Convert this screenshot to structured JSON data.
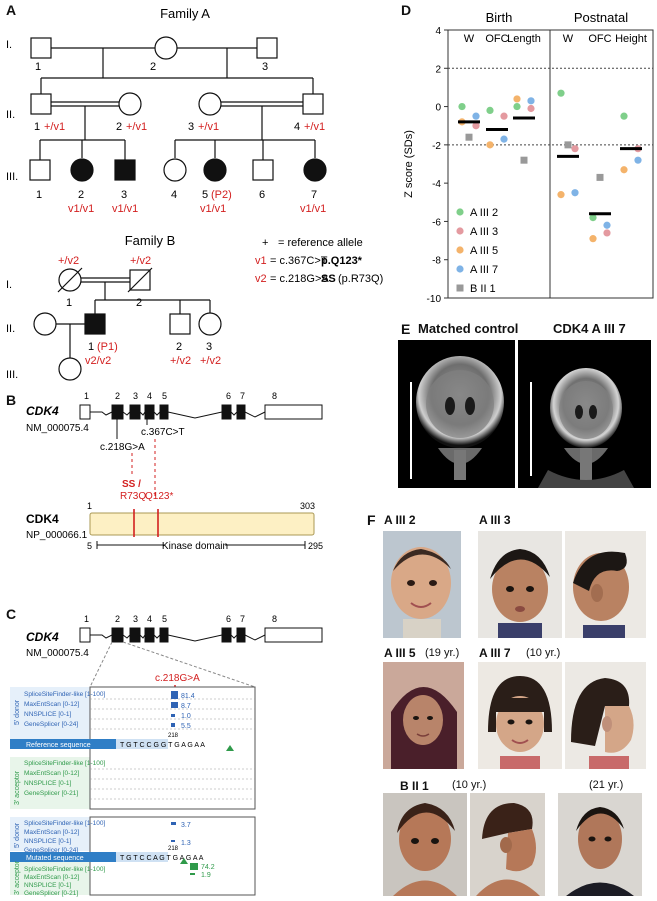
{
  "panels": {
    "A": "A",
    "B": "B",
    "C": "C",
    "D": "D",
    "E": "E",
    "F": "F"
  },
  "familyA": {
    "title": "Family A",
    "generations": [
      "I.",
      "II.",
      "III."
    ],
    "gen1_ids": [
      "1",
      "2",
      "3"
    ],
    "gen2": [
      {
        "id": "1",
        "geno": "+/v1"
      },
      {
        "id": "2",
        "geno": "+/v1"
      },
      {
        "id": "3",
        "geno": "+/v1"
      },
      {
        "id": "4",
        "geno": "+/v1"
      }
    ],
    "gen3": [
      {
        "id": "1",
        "geno": ""
      },
      {
        "id": "2",
        "geno": "v1/v1"
      },
      {
        "id": "3",
        "geno": "v1/v1"
      },
      {
        "id": "4",
        "geno": ""
      },
      {
        "id": "5",
        "tag": "(P2)",
        "geno": "v1/v1"
      },
      {
        "id": "6",
        "geno": ""
      },
      {
        "id": "7",
        "geno": "v1/v1"
      }
    ]
  },
  "familyB": {
    "title": "Family B",
    "generations": [
      "I.",
      "II.",
      "III."
    ],
    "gen1": [
      {
        "id": "1",
        "geno": "+/v2"
      },
      {
        "id": "2",
        "geno": "+/v2"
      }
    ],
    "gen2": [
      {
        "id": "1",
        "tag": "(P1)",
        "geno": "v2/v2"
      },
      {
        "id": "2",
        "geno": "+/v2"
      },
      {
        "id": "3",
        "geno": "+/v2"
      }
    ]
  },
  "legend": {
    "ref_symbol": "+",
    "ref_text": "=  reference allele",
    "v1_label": "v1",
    "v1_text": "= c.367C>T",
    "v1_protein": "p.Q123*",
    "v2_label": "v2",
    "v2_text": "= c.218G>A",
    "v2_ss": "SS",
    "v2_protein": "(p.R73Q)"
  },
  "gene": {
    "name": "CDK4",
    "transcript": "NM_000075.4",
    "exons": [
      "1",
      "2",
      "3",
      "4",
      "5",
      "6",
      "7",
      "8"
    ],
    "var1": "c.218G>A",
    "var2": "c.367C>T",
    "protein_ss": "SS /",
    "protein_r73q": "R73Q",
    "protein_q123": "Q123*",
    "protein_name": "CDK4",
    "protein_id": "NP_000066.1",
    "protein_start": "1",
    "protein_end": "303",
    "domain_start": "5",
    "domain_end": "295",
    "domain_label": "Kinase domain"
  },
  "splice": {
    "variant": "c.218G>A",
    "donor_label": "5' donor",
    "acceptor_label": "3' acceptor",
    "donor_tools": [
      "SpliceSiteFinder-like [1-100]",
      "MaxEntScan [0-12]",
      "NNSPLICE [0-1]",
      "GeneSplicer [0-24]"
    ],
    "acceptor_tools": [
      "SpliceSiteFinder-like [1-100]",
      "MaxEntScan [0-12]",
      "NNSPLICE [0-1]",
      "GeneSplicer [0-21]"
    ],
    "ref_label": "Reference sequence",
    "mut_label": "Mutated sequence",
    "position": "218",
    "ref_seq": "T G T C C G G T G A G A A",
    "mut_seq": "T G T C C A G T G A G A A",
    "ref_scores": [
      "81.4",
      "8.7",
      "1.0",
      "5.5"
    ],
    "mut_donor_scores": [
      "3.7",
      "1.3"
    ],
    "mut_acceptor_scores": [
      "74.2",
      "1.9"
    ]
  },
  "chart_data": {
    "type": "scatter",
    "ylabel": "Z score (SDs)",
    "ylim": [
      -10,
      4
    ],
    "yticks": [
      "4",
      "2",
      "0",
      "-2",
      "-4",
      "-6",
      "-8",
      "-10"
    ],
    "groups": [
      {
        "name": "Birth",
        "categories": [
          "W",
          "OFC",
          "Length"
        ]
      },
      {
        "name": "Postnatal",
        "categories": [
          "W",
          "OFC",
          "Height"
        ]
      }
    ],
    "reference_lines": [
      2,
      -2
    ],
    "series": [
      {
        "name": "A III 2",
        "color": "#7fcf8a",
        "values": [
          0.0,
          -0.2,
          0.0,
          0.7,
          -5.8,
          -0.5
        ]
      },
      {
        "name": "A III 3",
        "color": "#e49aa0",
        "values": [
          -1.0,
          -0.5,
          -0.1,
          -2.2,
          -6.6,
          -2.2
        ]
      },
      {
        "name": "A III 5",
        "color": "#f4b36b",
        "values": [
          -0.8,
          -2.0,
          0.4,
          -4.6,
          -6.9,
          -3.3
        ]
      },
      {
        "name": "A III 7",
        "color": "#7fb3e6",
        "values": [
          -0.5,
          -1.7,
          0.3,
          -4.5,
          -6.2,
          -2.8
        ]
      },
      {
        "name": "B II 1",
        "color": "#999999",
        "values": [
          -1.6,
          null,
          -2.8,
          -2.0,
          -3.7,
          null
        ]
      }
    ],
    "means": [
      -0.8,
      -1.2,
      -0.6,
      -2.6,
      -5.6,
      -2.2
    ]
  },
  "mri": {
    "left_title": "Matched control",
    "right_title": "CDK4   A III 7"
  },
  "photos": {
    "a3_2": "A III 2",
    "a3_3": "A III 3",
    "a3_5": "A III 5",
    "a3_5_age": "(19 yr.)",
    "a3_7": "A III 7",
    "a3_7_age": "(10 yr.)",
    "b2_1": "B II 1",
    "b2_1_age": "(10 yr.)",
    "b2_1_age2": "(21 yr.)"
  },
  "colors": {
    "red": "#d32020",
    "blue": "#2f63b4",
    "green": "#2f9a4a",
    "domain": "#fdf0c4"
  }
}
